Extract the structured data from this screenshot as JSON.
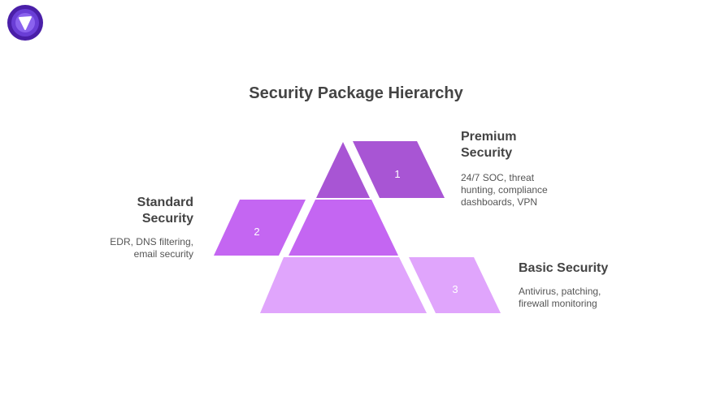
{
  "title": "Security Package Hierarchy",
  "colors": {
    "premium": "#a855d4",
    "standard": "#c466f2",
    "basic": "#e0a5fc",
    "logo": "#5b2bbf"
  },
  "levels": [
    {
      "number": "1",
      "heading_line1": "Premium",
      "heading_line2": "Security",
      "desc_line1": "24/7 SOC, threat",
      "desc_line2": "hunting, compliance",
      "desc_line3": "dashboards, VPN"
    },
    {
      "number": "2",
      "heading_line1": "Standard",
      "heading_line2": "Security",
      "desc_line1": "EDR, DNS filtering,",
      "desc_line2": "email security"
    },
    {
      "number": "3",
      "heading": "Basic Security",
      "desc_line1": "Antivirus, patching,",
      "desc_line2": "firewall monitoring"
    }
  ]
}
